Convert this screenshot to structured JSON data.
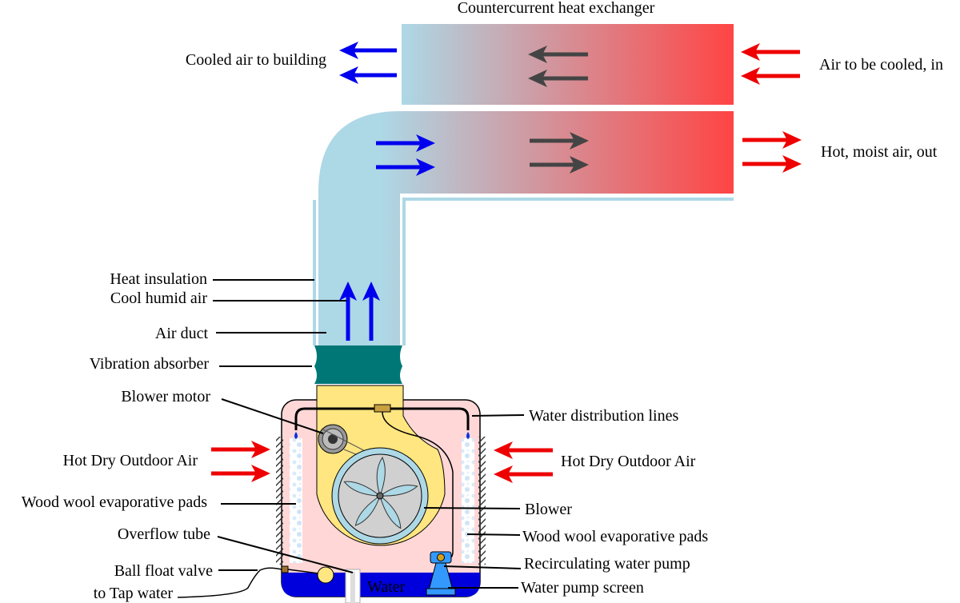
{
  "labels": {
    "exchanger_title": "Countercurrent heat exchanger",
    "cooled_air": "Cooled air to building",
    "air_in": "Air to be cooled, in",
    "hot_moist_out": "Hot, moist air, out",
    "heat_insulation": "Heat insulation",
    "cool_humid_air": "Cool humid air",
    "air_duct": "Air duct",
    "vibration_absorber": "Vibration absorber",
    "blower_motor": "Blower motor",
    "water_distribution": "Water distribution lines",
    "hot_dry_left": "Hot Dry Outdoor Air",
    "hot_dry_right": "Hot Dry Outdoor Air",
    "pads_left": "Wood wool evaporative pads",
    "blower": "Blower",
    "pads_right": "Wood wool evaporative pads",
    "overflow_tube": "Overflow tube",
    "recirc_pump": "Recirculating water pump",
    "ball_float": "Ball float valve",
    "water": "Water",
    "tap_water": "to Tap water",
    "pump_screen": "Water pump screen"
  },
  "colors": {
    "cool": "#add8e6",
    "hot": "#ff4444",
    "blue_arrow": "#0000ee",
    "red_arrow": "#ee0000",
    "dark_arrow": "#444444",
    "absorber": "#007777",
    "housing": "#ffd7d7",
    "blower_housing": "#ffe680",
    "water": "#0000dd"
  }
}
